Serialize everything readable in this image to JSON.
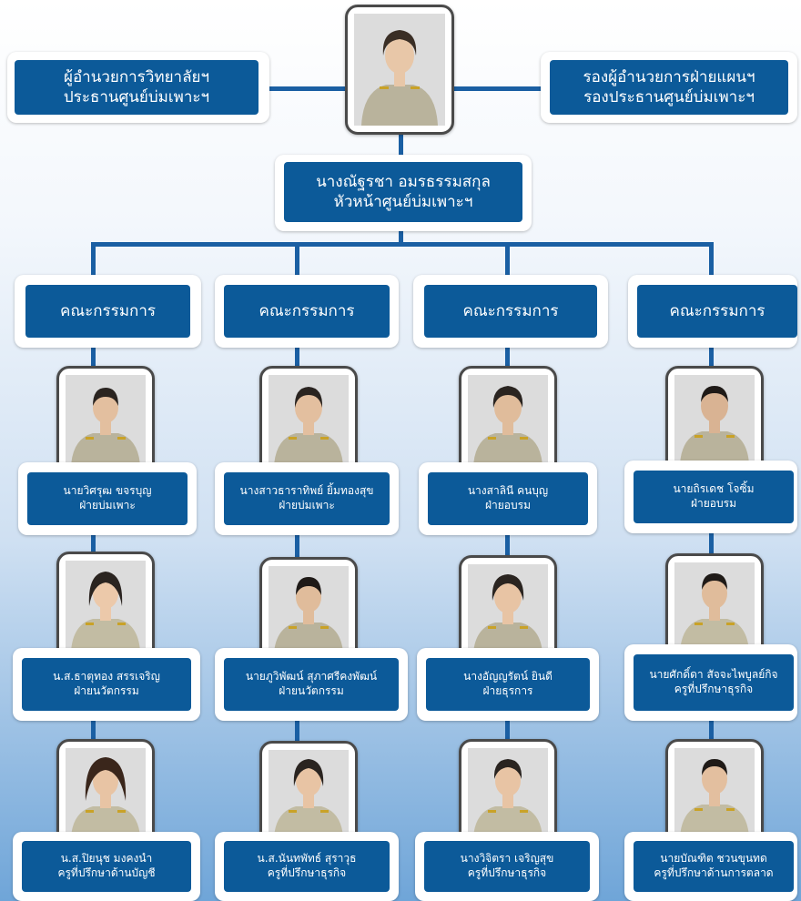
{
  "top_left": {
    "line1": "ผู้อำนวยการวิทยาลัยฯ",
    "line2": "ประธานศูนย์บ่มเพาะฯ"
  },
  "top_right": {
    "line1": "รองผู้อำนวยการฝ่ายแผนฯ",
    "line2": "รองประธานศูนย์บ่มเพาะฯ"
  },
  "head": {
    "line1": "นางณัฐรชา อมรธรรมสกุล",
    "line2": "หัวหน้าศูนย์บ่มเพาะฯ"
  },
  "committees": [
    "คณะกรรมการ",
    "คณะกรรมการ",
    "คณะกรรมการ",
    "คณะกรรมการ"
  ],
  "members": [
    [
      {
        "name": "นายวิศรุฒ  ขจรบุญ",
        "role": "ฝ่ายบ่มเพาะ"
      },
      {
        "name": "น.ส.ธาตุทอง สรรเจริญ",
        "role": "ฝ่ายนวัตกรรม"
      },
      {
        "name": "น.ส.ปิยนุช มงคงนำ",
        "role": "ครูที่ปรึกษาด้านบัญชี"
      }
    ],
    [
      {
        "name": "นางสาวธาราทิพย์ ยิ้มทองสุข",
        "role": "ฝ่ายบ่มเพาะ"
      },
      {
        "name": "นายภูวิพัฒน์ สุภาศรีคงพัฒน์",
        "role": "ฝ่ายนวัตกรรม"
      },
      {
        "name": "น.ส.นันทพัทธ์ สุราวุธ",
        "role": "ครูที่ปรึกษาธุรกิจ"
      }
    ],
    [
      {
        "name": "นางสาลินี  คนบุญ",
        "role": "ฝ่ายอบรม"
      },
      {
        "name": "นางอัญญรัตน์ ยินดี",
        "role": "ฝ่ายธุรการ"
      },
      {
        "name": "นางวิจิตรา เจริญสุข",
        "role": "ครูที่ปรึกษาธุรกิจ"
      }
    ],
    [
      {
        "name": "นายถิรเดช  โจซิ้ม",
        "role": "ฝ่ายอบรม"
      },
      {
        "name": "นายศักดิ์ดา สัจจะไพบูลย์กิจ",
        "role": "ครูที่ปรึกษาธุรกิจ"
      },
      {
        "name": "นายบัณฑิต ชวนขุนทด",
        "role": "ครูที่ปรึกษาด้านการตลาด"
      }
    ]
  ],
  "colors": {
    "box": "#0c5a99",
    "line": "#1a5fa3",
    "uniform": "#b9b39c",
    "photo_bg": "#dcdcdc"
  }
}
